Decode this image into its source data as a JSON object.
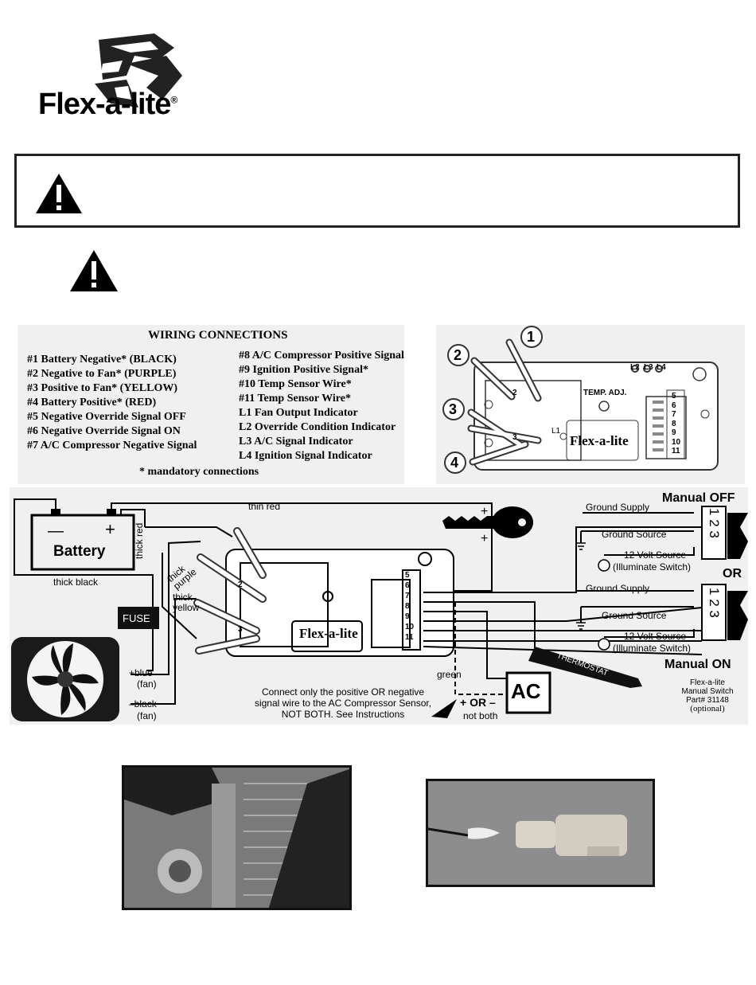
{
  "brand": {
    "name": "Flex-a-lite",
    "mark": "®"
  },
  "wiring": {
    "heading": "WIRING CONNECTIONS",
    "left": [
      "#1  Battery Negative* (BLACK)",
      "#2  Negative to Fan* (PURPLE)",
      "#3  Positive to Fan* (YELLOW)",
      "#4  Battery Positive* (RED)",
      "#5  Negative Override Signal OFF",
      "#6  Negative Override Signal ON",
      "#7  A/C Compressor Negative Signal"
    ],
    "right": [
      "#8  A/C Compressor Positive Signal",
      "#9  Ignition Positive Signal*",
      "#10  Temp Sensor Wire*",
      "#11  Temp Sensor Wire*",
      "L1  Fan Output Indicator",
      "L2  Override Condition Indicator",
      "L3  A/C Signal Indicator",
      "L4  Ignition Signal Indicator"
    ],
    "note": "* mandatory connections"
  },
  "module_top": {
    "callouts": [
      "1",
      "2",
      "3",
      "4"
    ],
    "indicators": [
      "L2",
      "L3",
      "L4"
    ],
    "l1": "L1",
    "temp_adj": "TEMP. ADJ.",
    "terminals": [
      "5",
      "6",
      "7",
      "8",
      "9",
      "10",
      "11"
    ],
    "post_labels": [
      "2",
      "3"
    ],
    "brand": "Flex-a-lite"
  },
  "diagram": {
    "battery": {
      "label": "Battery",
      "minus": "—",
      "plus": "+"
    },
    "thin_red": "thin red",
    "thick_red": "thick red",
    "thick_black": "thick black",
    "thick_purple": "thick purple",
    "thick_yellow": "thick yellow",
    "fuse": "FUSE",
    "fan_blue": "+blue",
    "fan_black": "–black",
    "fan_tag": "(fan)",
    "plus": "+",
    "green": "green",
    "thermostat": "THERMOSTAT",
    "ac": "AC",
    "or_pair": "+ OR –",
    "not_both": "not both",
    "note_line1": "Connect only the positive OR negative",
    "note_line2": "signal wire to the AC Compressor Sensor,",
    "note_line3": "NOT BOTH. See Instructions",
    "manual_off": "Manual OFF",
    "manual_on": "Manual ON",
    "or": "OR",
    "ground_supply": "Ground Supply",
    "ground_source": "Ground Source",
    "volt_source": "12 Volt Source",
    "illuminate": "(Illuminate Switch)",
    "switch_digits": [
      "1",
      "2",
      "3"
    ],
    "switch_info": [
      "Flex-a-lite",
      "Manual Switch",
      "Part# 31148",
      "(optional)"
    ]
  },
  "icons": [
    "warning-icon",
    "key-icon",
    "fan-icon"
  ],
  "colors": {
    "ink": "#000000",
    "panel": "#f0f0f0",
    "photo_dark": "#2b2b2b"
  }
}
